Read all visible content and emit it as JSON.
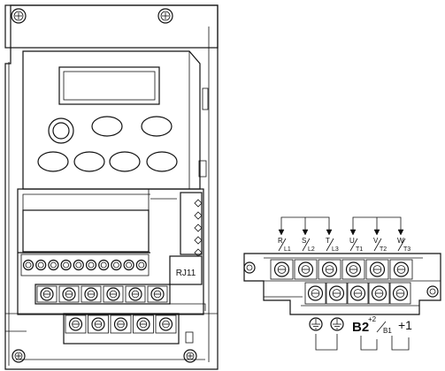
{
  "connector_label": "RJ11",
  "terminal_legend": {
    "top_row": [
      {
        "upper": "R",
        "lower": "L1"
      },
      {
        "upper": "S",
        "lower": "L2"
      },
      {
        "upper": "T",
        "lower": "L3"
      },
      {
        "upper": "U",
        "lower": "T1"
      },
      {
        "upper": "V",
        "lower": "T2"
      },
      {
        "upper": "W",
        "lower": "T3"
      }
    ],
    "bottom_row": {
      "ground_symbols": 2,
      "b2": "B2",
      "plus2": "+2",
      "b1": "B1",
      "plus1": "+1"
    }
  }
}
